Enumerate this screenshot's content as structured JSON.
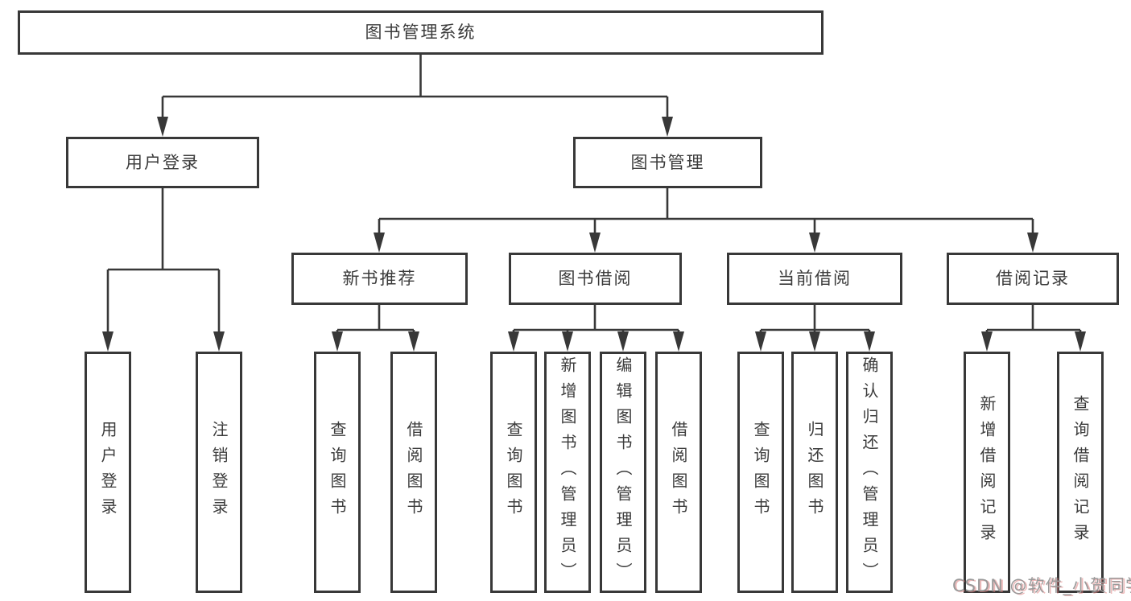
{
  "diagram": {
    "root": {
      "label": "图书管理系统",
      "children": [
        {
          "label": "用户登录",
          "children": [
            {
              "label": "用户登录"
            },
            {
              "label": "注销登录"
            }
          ]
        },
        {
          "label": "图书管理",
          "children": [
            {
              "label": "新书推荐",
              "children": [
                {
                  "label": "查询图书"
                },
                {
                  "label": "借阅图书"
                }
              ]
            },
            {
              "label": "图书借阅",
              "children": [
                {
                  "label": "查询图书"
                },
                {
                  "label": "新增图书（管理员）"
                },
                {
                  "label": "编辑图书（管理员）"
                },
                {
                  "label": "借阅图书"
                }
              ]
            },
            {
              "label": "当前借阅",
              "children": [
                {
                  "label": "查询图书"
                },
                {
                  "label": "归还图书"
                },
                {
                  "label": "确认归还（管理员）"
                }
              ]
            },
            {
              "label": "借阅记录",
              "children": [
                {
                  "label": "新增借阅记录"
                },
                {
                  "label": "查询借阅记录"
                }
              ]
            }
          ]
        }
      ]
    }
  },
  "watermark": {
    "text": "CSDN @软件_小贺同学"
  },
  "colors": {
    "line": "#383838",
    "text": "#3b3b3b",
    "watermark": "#9a9a9a"
  }
}
